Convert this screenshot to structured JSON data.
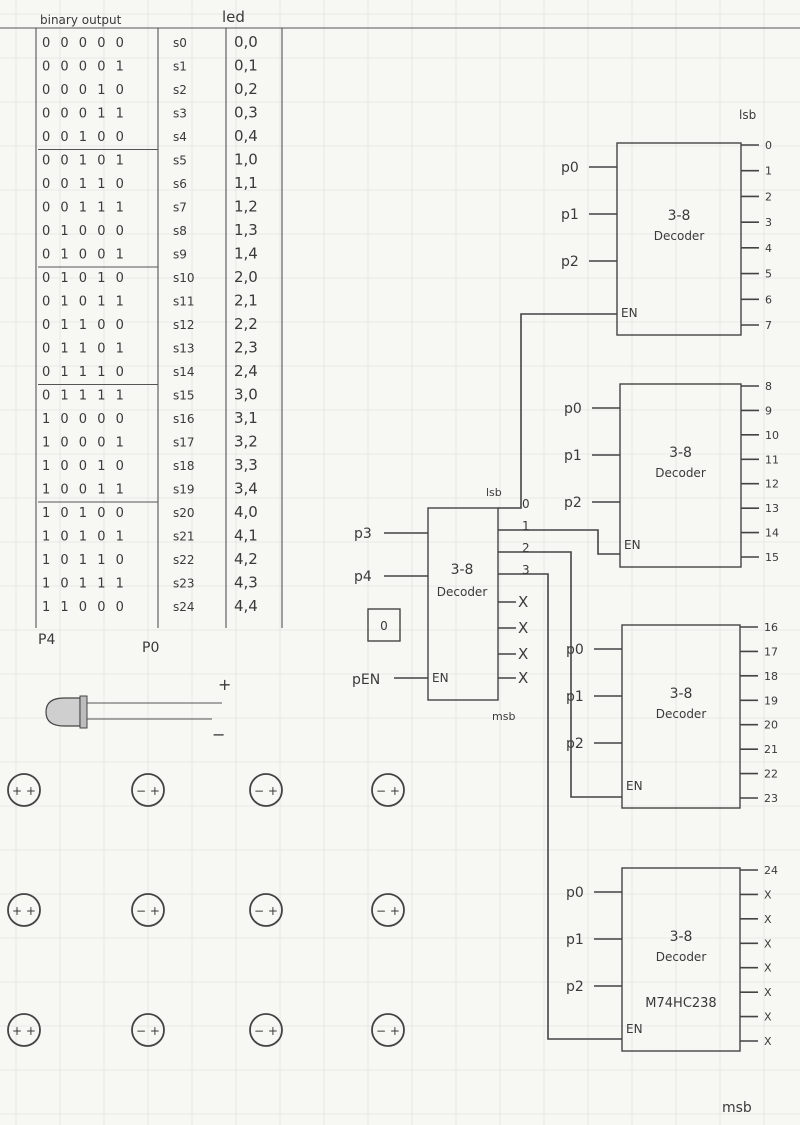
{
  "table": {
    "headers": {
      "binary": "binary output",
      "led": "led"
    },
    "rows": [
      {
        "bits": "0 0 0 0 0",
        "state": "s0",
        "led": "0,0"
      },
      {
        "bits": "0 0 0 0 1",
        "state": "s1",
        "led": "0,1"
      },
      {
        "bits": "0 0 0 1 0",
        "state": "s2",
        "led": "0,2"
      },
      {
        "bits": "0 0 0 1 1",
        "state": "s3",
        "led": "0,3"
      },
      {
        "bits": "0 0 1 0 0",
        "state": "s4",
        "led": "0,4"
      },
      {
        "bits": "0 0 1 0 1",
        "state": "s5",
        "led": "1,0"
      },
      {
        "bits": "0 0 1 1 0",
        "state": "s6",
        "led": "1,1"
      },
      {
        "bits": "0 0 1 1 1",
        "state": "s7",
        "led": "1,2"
      },
      {
        "bits": "0 1 0 0 0",
        "state": "s8",
        "led": "1,3"
      },
      {
        "bits": "0 1 0 0 1",
        "state": "s9",
        "led": "1,4"
      },
      {
        "bits": "0 1 0 1 0",
        "state": "s10",
        "led": "2,0"
      },
      {
        "bits": "0 1 0 1 1",
        "state": "s11",
        "led": "2,1"
      },
      {
        "bits": "0 1 1 0 0",
        "state": "s12",
        "led": "2,2"
      },
      {
        "bits": "0 1 1 0 1",
        "state": "s13",
        "led": "2,3"
      },
      {
        "bits": "0 1 1 1 0",
        "state": "s14",
        "led": "2,4"
      },
      {
        "bits": "0 1 1 1 1",
        "state": "s15",
        "led": "3,0"
      },
      {
        "bits": "1 0 0 0 0",
        "state": "s16",
        "led": "3,1"
      },
      {
        "bits": "1 0 0 0 1",
        "state": "s17",
        "led": "3,2"
      },
      {
        "bits": "1 0 0 1 0",
        "state": "s18",
        "led": "3,3"
      },
      {
        "bits": "1 0 0 1 1",
        "state": "s19",
        "led": "3,4"
      },
      {
        "bits": "1 0 1 0 0",
        "state": "s20",
        "led": "4,0"
      },
      {
        "bits": "1 0 1 0 1",
        "state": "s21",
        "led": "4,1"
      },
      {
        "bits": "1 0 1 1 0",
        "state": "s22",
        "led": "4,2"
      },
      {
        "bits": "1 0 1 1 1",
        "state": "s23",
        "led": "4,3"
      },
      {
        "bits": "1 1 0 0 0",
        "state": "s24",
        "led": "4,4"
      }
    ],
    "footer_left": "P4",
    "footer_right": "P0"
  },
  "led_symbol": {
    "plus": "+",
    "minus": "−"
  },
  "led_grid": [
    [
      "+ +",
      "− +",
      "− +",
      "− +"
    ],
    [
      "+ +",
      "− +",
      "− +",
      "− +"
    ],
    [
      "+ +",
      "− +",
      "− +",
      "− +"
    ]
  ],
  "main_decoder": {
    "title": "3-8",
    "subtitle": "Decoder",
    "inputs": [
      "p3",
      "p4"
    ],
    "button": "0",
    "enable_input": "pEN",
    "en_pin": "EN",
    "lsb": "lsb",
    "msb": "msb",
    "outputs": [
      "0",
      "1",
      "2",
      "3",
      "X",
      "X",
      "X",
      "X"
    ]
  },
  "decoders": [
    {
      "title": "3-8",
      "subtitle": "Decoder",
      "part": "",
      "inputs": [
        "p0",
        "p1",
        "p2"
      ],
      "en": "EN",
      "top_label": "lsb",
      "outputs": [
        "0",
        "1",
        "2",
        "3",
        "4",
        "5",
        "6",
        "7"
      ]
    },
    {
      "title": "3-8",
      "subtitle": "Decoder",
      "part": "",
      "inputs": [
        "p0",
        "p1",
        "p2"
      ],
      "en": "EN",
      "top_label": "",
      "outputs": [
        "8",
        "9",
        "10",
        "11",
        "12",
        "13",
        "14",
        "15"
      ]
    },
    {
      "title": "3-8",
      "subtitle": "Decoder",
      "part": "",
      "inputs": [
        "p0",
        "p1",
        "p2"
      ],
      "en": "EN",
      "top_label": "",
      "outputs": [
        "16",
        "17",
        "18",
        "19",
        "20",
        "21",
        "22",
        "23"
      ]
    },
    {
      "title": "3-8",
      "subtitle": "Decoder",
      "part": "M74HC238",
      "inputs": [
        "p0",
        "p1",
        "p2"
      ],
      "en": "EN",
      "top_label": "",
      "outputs": [
        "24",
        "X",
        "X",
        "X",
        "X",
        "X",
        "X",
        "X"
      ]
    }
  ],
  "bottom_label": "msb"
}
